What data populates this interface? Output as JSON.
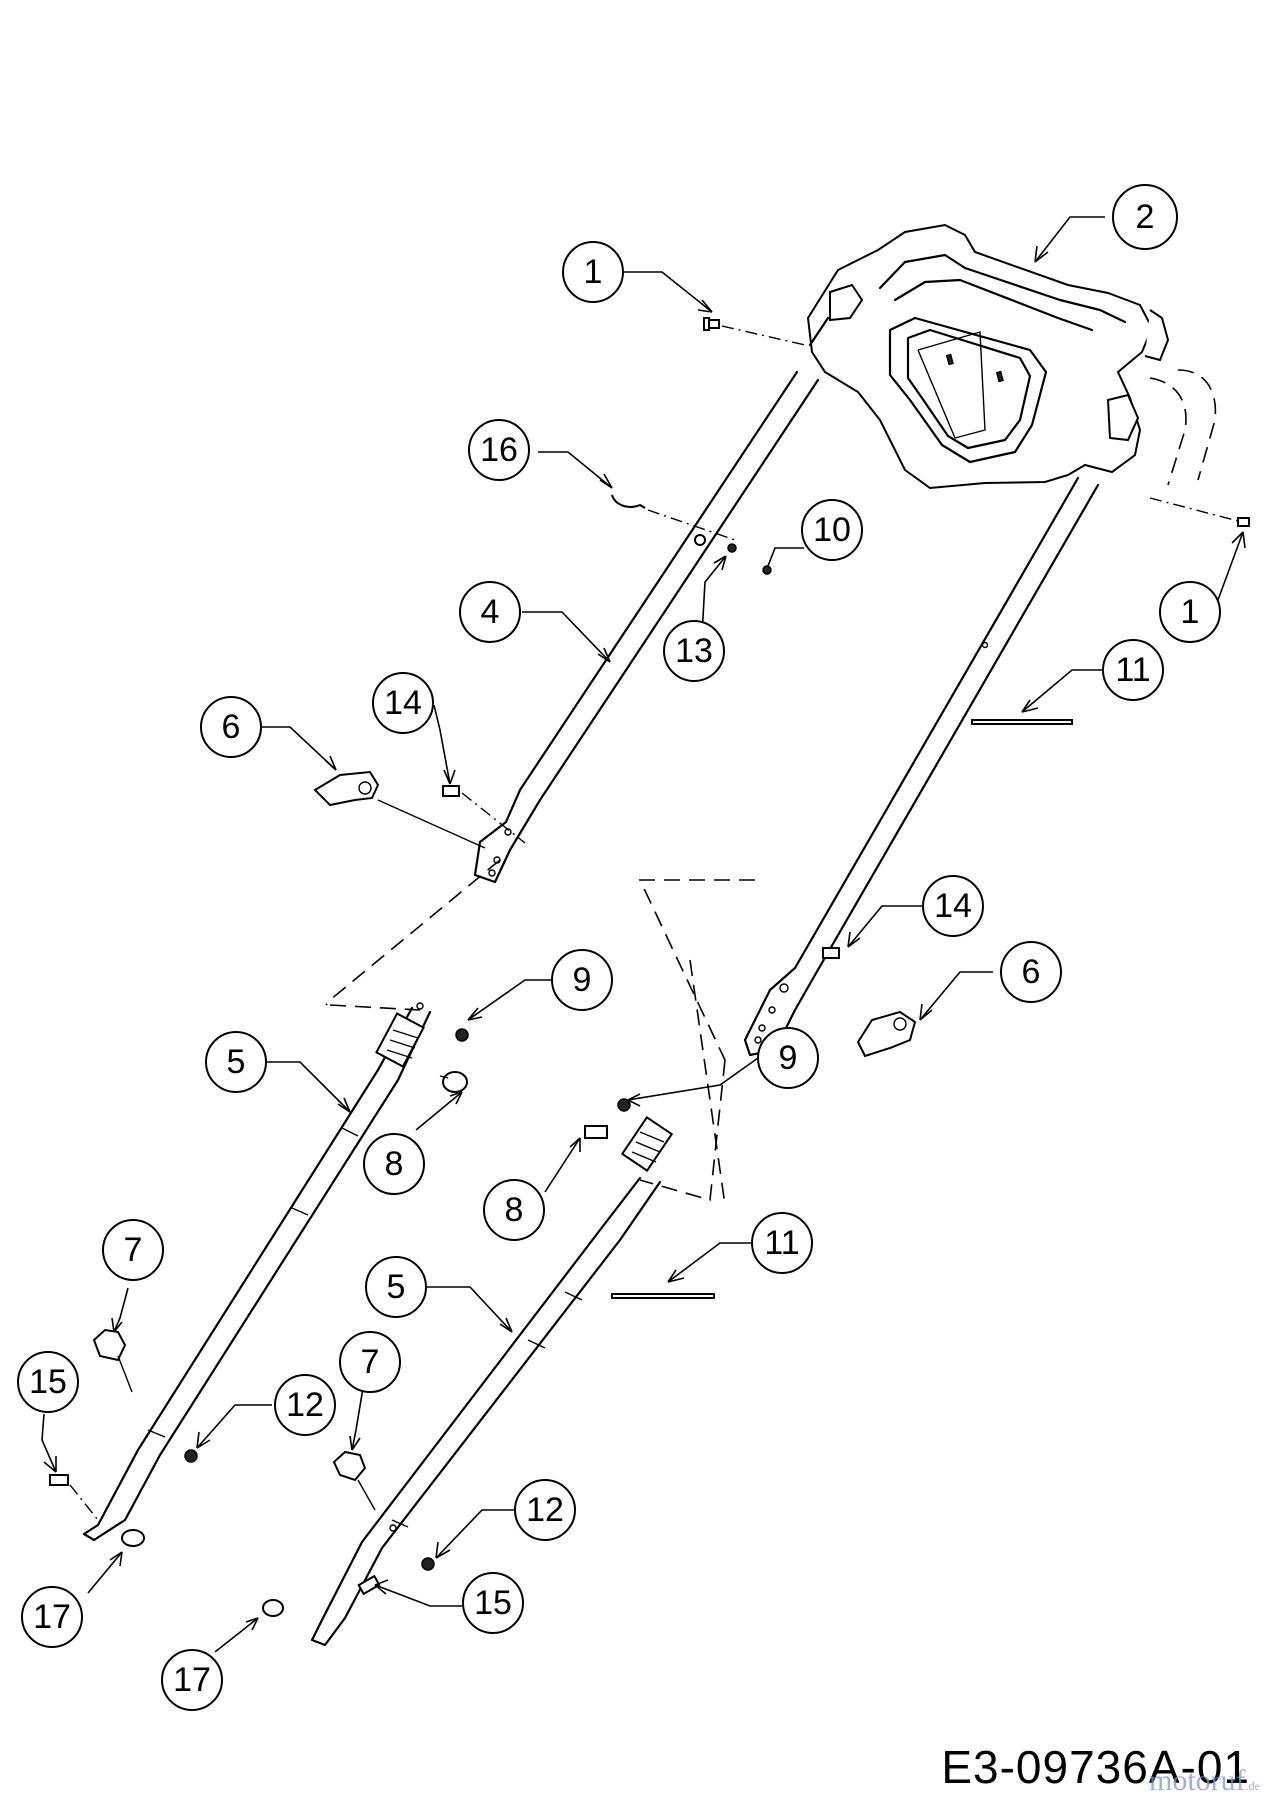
{
  "document_code": "E3-09736A-01",
  "watermark": {
    "text": "motoruf",
    "suffix": ".de"
  },
  "callouts": [
    {
      "id": "c1a",
      "label": "1"
    },
    {
      "id": "c1b",
      "label": "1"
    },
    {
      "id": "c2",
      "label": "2"
    },
    {
      "id": "c4",
      "label": "4"
    },
    {
      "id": "c5a",
      "label": "5"
    },
    {
      "id": "c5b",
      "label": "5"
    },
    {
      "id": "c6a",
      "label": "6"
    },
    {
      "id": "c6b",
      "label": "6"
    },
    {
      "id": "c7a",
      "label": "7"
    },
    {
      "id": "c7b",
      "label": "7"
    },
    {
      "id": "c8a",
      "label": "8"
    },
    {
      "id": "c8b",
      "label": "8"
    },
    {
      "id": "c9a",
      "label": "9"
    },
    {
      "id": "c9b",
      "label": "9"
    },
    {
      "id": "c10",
      "label": "10"
    },
    {
      "id": "c11a",
      "label": "11"
    },
    {
      "id": "c11b",
      "label": "11"
    },
    {
      "id": "c12a",
      "label": "12"
    },
    {
      "id": "c12b",
      "label": "12"
    },
    {
      "id": "c13",
      "label": "13"
    },
    {
      "id": "c14a",
      "label": "14"
    },
    {
      "id": "c14b",
      "label": "14"
    },
    {
      "id": "c15a",
      "label": "15"
    },
    {
      "id": "c15b",
      "label": "15"
    },
    {
      "id": "c16",
      "label": "16"
    },
    {
      "id": "c17a",
      "label": "17"
    },
    {
      "id": "c17b",
      "label": "17"
    }
  ]
}
